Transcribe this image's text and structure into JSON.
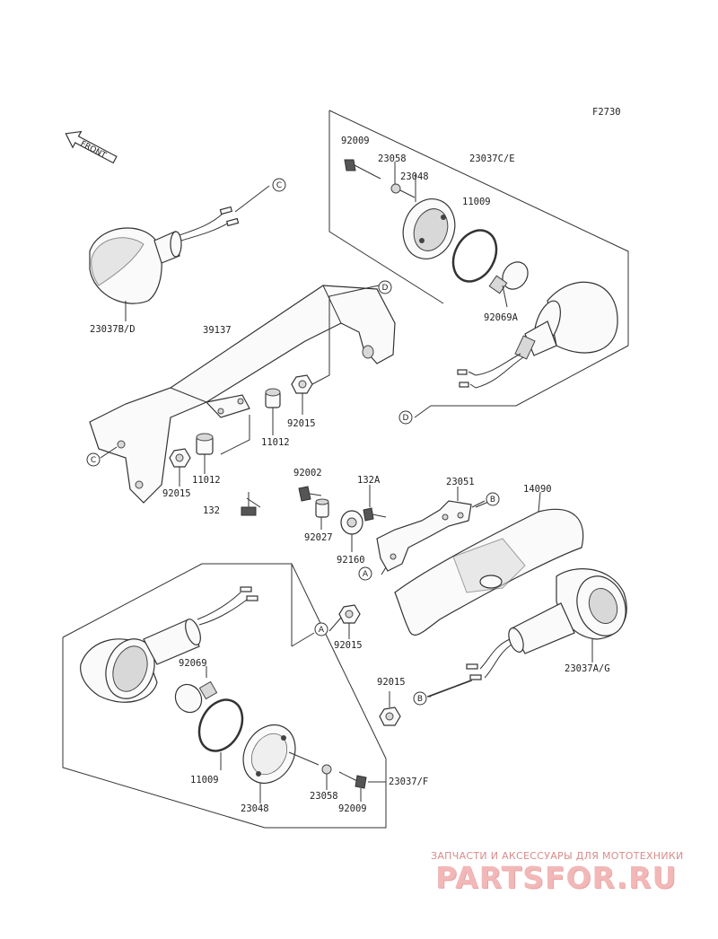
{
  "figure_code": "F2730",
  "front_label": "FRONT",
  "labels": {
    "l92009_top": "92009",
    "l23058_top": "23058",
    "l23048_top": "23048",
    "l23037ce": "23037C/E",
    "l11009_top": "11009",
    "l92069a": "92069A",
    "l23037bd": "23037B/D",
    "l39137": "39137",
    "l11012_r": "11012",
    "l92015_r": "92015",
    "l92015_l": "92015",
    "l11012_l": "11012",
    "l132": "132",
    "l92002": "92002",
    "l132a": "132A",
    "l23051": "23051",
    "l14090": "14090",
    "l92027": "92027",
    "l92160": "92160",
    "l92015_mid": "92015",
    "l92069": "92069",
    "l23037ag": "23037A/G",
    "l92015_b": "92015",
    "l11009_bot": "11009",
    "l23037f": "23037/F",
    "l23058_bot": "23058",
    "l23048_bot": "23048",
    "l92009_bot": "92009"
  },
  "ref_circles": {
    "c1": "C",
    "c2": "C",
    "d1": "D",
    "d2": "D",
    "b1": "B",
    "b2": "B",
    "a1": "A",
    "a2": "A"
  },
  "watermark": {
    "line1": "ЗАПЧАСТИ И АКСЕССУАРЫ ДЛЯ МОТОТЕХНИКИ",
    "logo": "PARTSFOR.RU"
  }
}
